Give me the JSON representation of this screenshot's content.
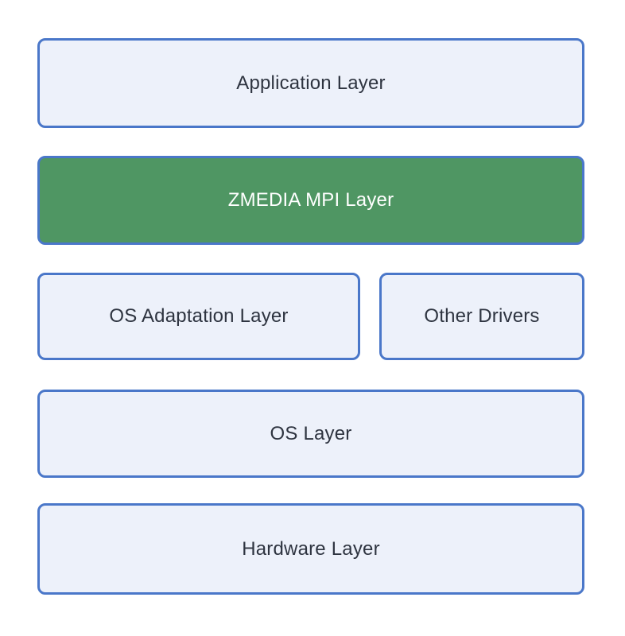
{
  "diagram": {
    "type": "layered-architecture",
    "colors": {
      "box_fill": "#edf1fa",
      "box_border": "#4a77c9",
      "highlight_fill": "#4f9663",
      "text_dark": "#2e3440",
      "text_on_highlight": "#ffffff",
      "background": "#ffffff"
    },
    "layers": {
      "application": {
        "label": "Application Layer"
      },
      "zmedia_mpi": {
        "label": "ZMEDIA MPI Layer",
        "highlighted": true
      },
      "os_adaptation": {
        "label": "OS Adaptation Layer"
      },
      "other_drivers": {
        "label": "Other Drivers"
      },
      "os": {
        "label": "OS Layer"
      },
      "hardware": {
        "label": "Hardware Layer"
      }
    }
  }
}
